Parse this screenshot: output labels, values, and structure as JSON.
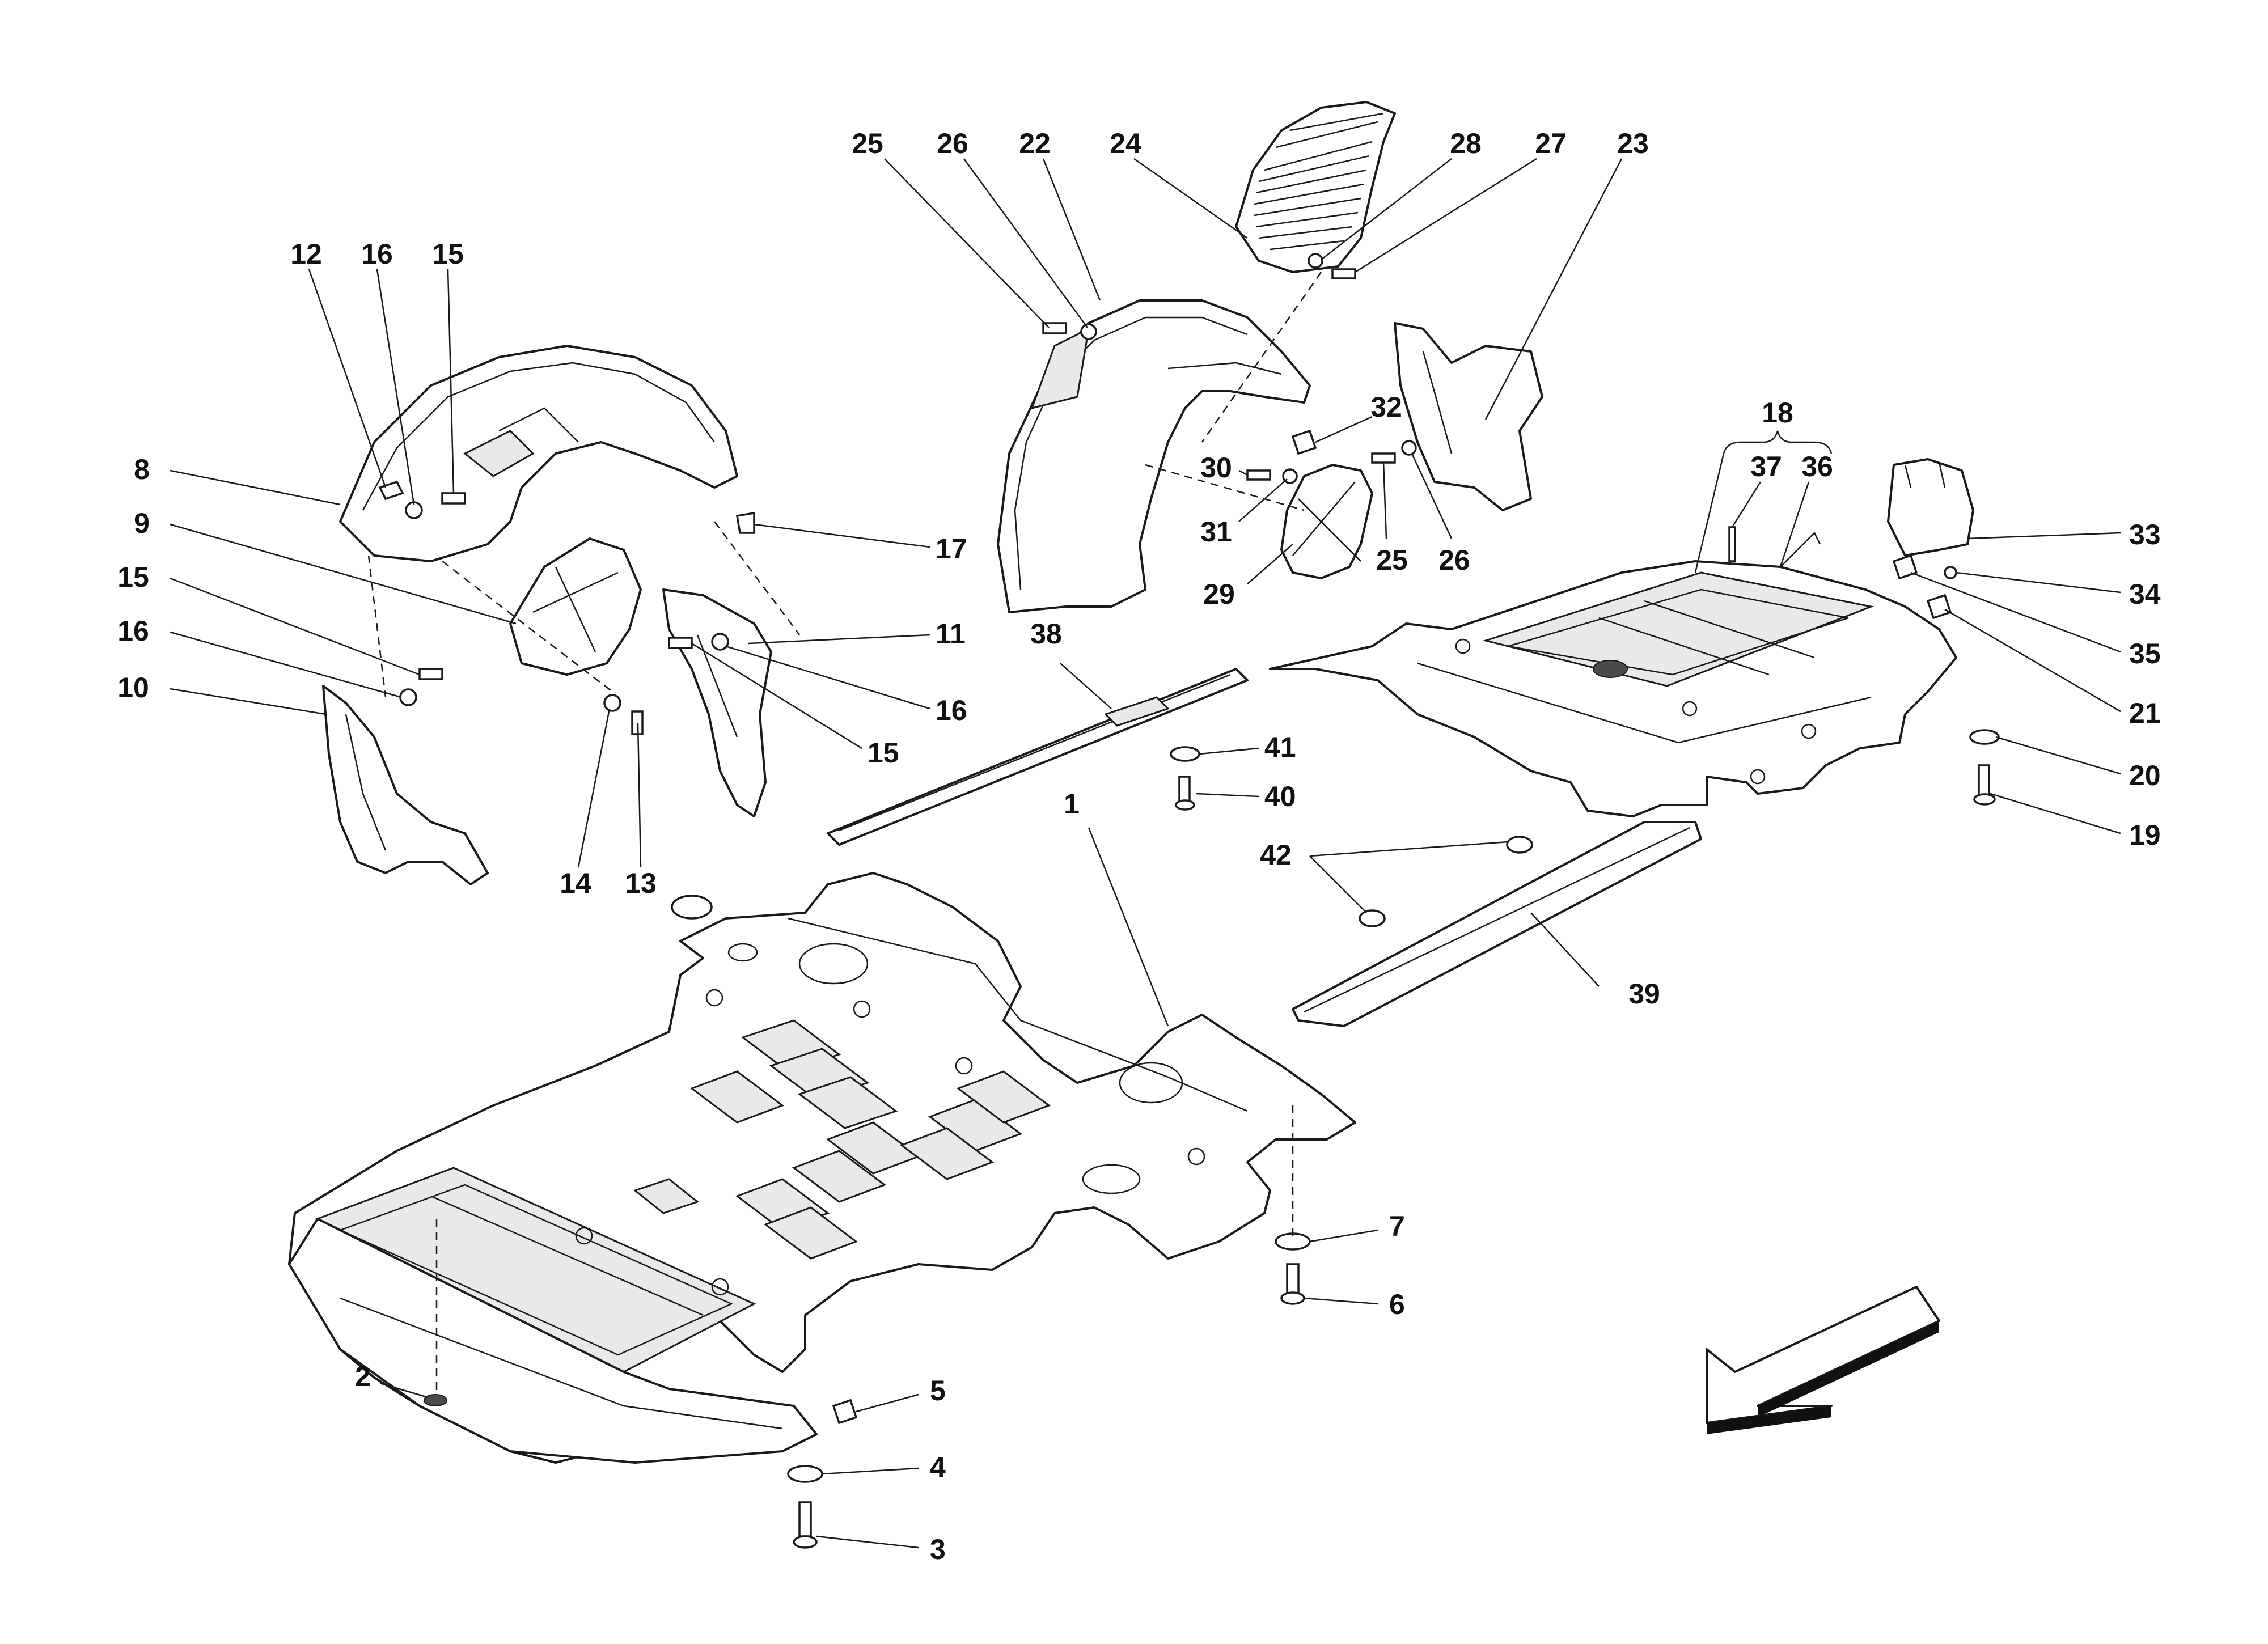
{
  "diagram": {
    "callouts": [
      "1",
      "2",
      "3",
      "4",
      "5",
      "6",
      "7",
      "8",
      "9",
      "10",
      "11",
      "12",
      "13",
      "14",
      "15",
      "16",
      "17",
      "18",
      "19",
      "20",
      "21",
      "22",
      "23",
      "24",
      "25",
      "26",
      "27",
      "28",
      "29",
      "30",
      "31",
      "32",
      "33",
      "34",
      "35",
      "36",
      "37",
      "38",
      "39",
      "40",
      "41",
      "42",
      "15",
      "16",
      "16",
      "15",
      "25",
      "26"
    ],
    "orientation_arrow": "front-direction-arrow"
  }
}
